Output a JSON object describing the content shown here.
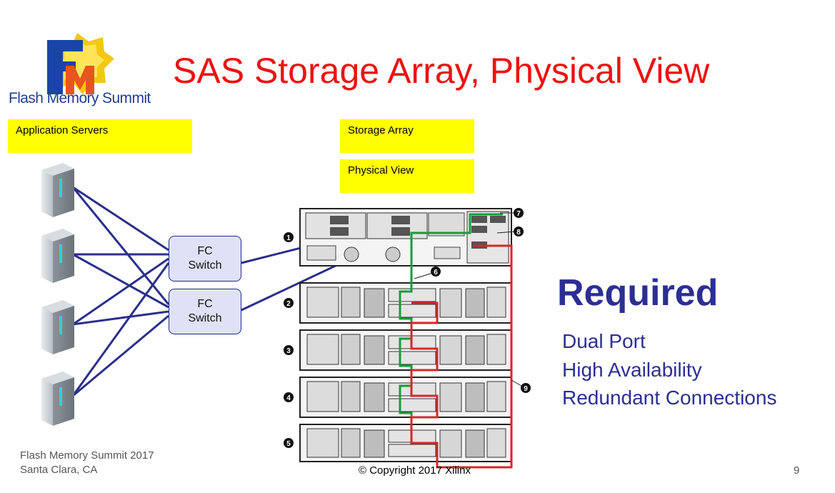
{
  "logo": {
    "text": "Flash Memory Summit",
    "letters": "FM"
  },
  "slide": {
    "title": "SAS Storage Array, Physical View"
  },
  "labels": {
    "app_servers": "Application Servers",
    "storage_array": "Storage Array",
    "physical_view": "Physical View"
  },
  "switches": [
    "FC\nSwitch",
    "FC\nSwitch"
  ],
  "callouts": [
    "1",
    "2",
    "3",
    "4",
    "5",
    "6",
    "7",
    "8",
    "9"
  ],
  "required": {
    "heading": "Required",
    "items": [
      "Dual Port",
      "High Availability",
      "Redundant Connections"
    ]
  },
  "footer": {
    "event": "Flash Memory Summit 2017",
    "location": "Santa Clara, CA",
    "copyright": "© Copyright 2017 Xilinx",
    "page": "9"
  },
  "colors": {
    "title": "#ee1111",
    "required": "#2b2f93",
    "label_bg": "#ffff00",
    "cable_a": "#1a9a3a",
    "cable_b": "#d62828",
    "fc_link": "#2a2f8a"
  }
}
